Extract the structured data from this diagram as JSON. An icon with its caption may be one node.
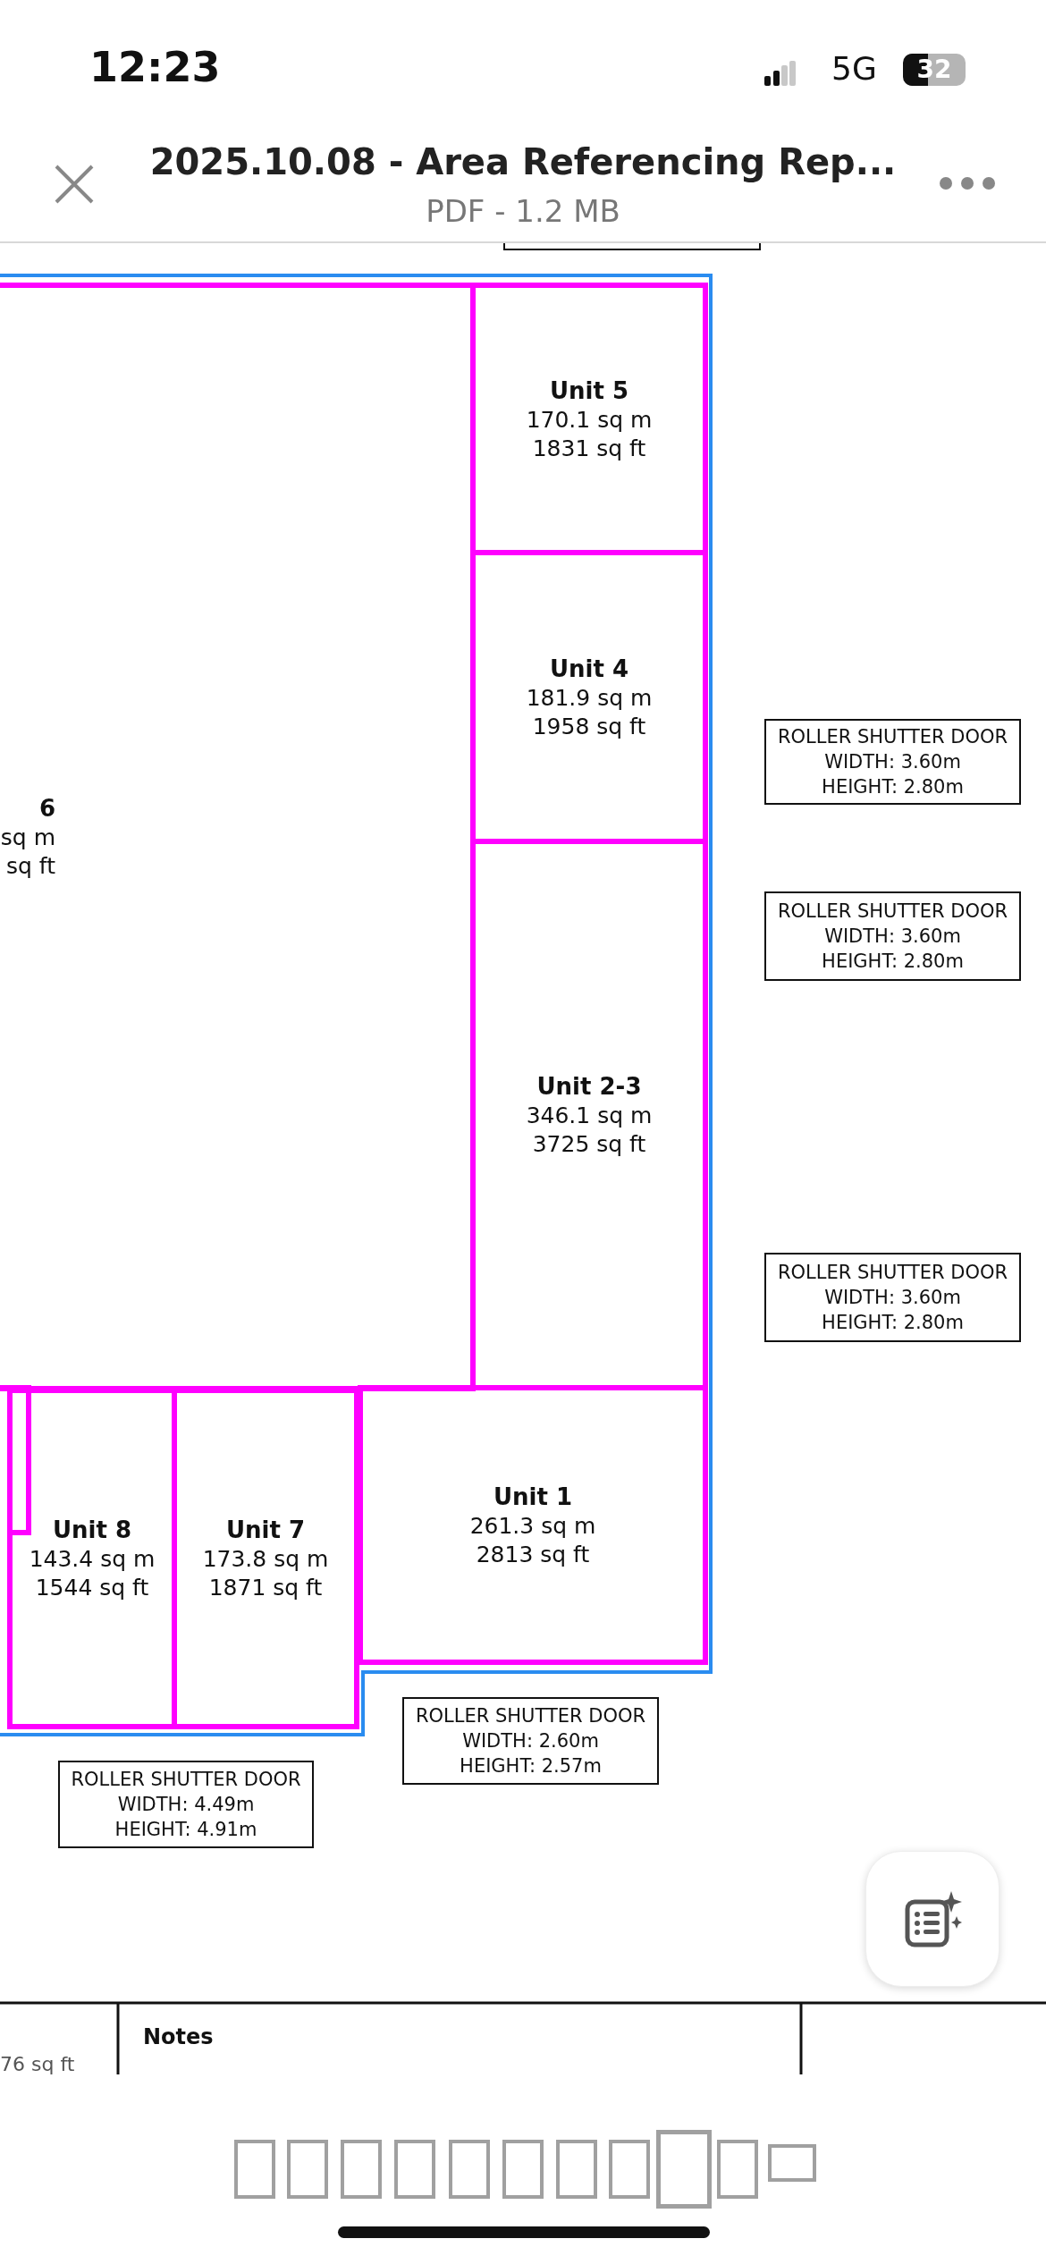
{
  "diagram": {
    "nodes": [
      {
        "text": [],
        "shape": "box"
      },
      {
        "text": [
          "6",
          "sq m sq ft"
        ]
      },
      {
        "text": [
          "Unit 5",
          "170.1 sq m 1831 sq ft"
        ]
      },
      {
        "text": [
          "Unit 4",
          "181.9 sq m 1958 sq ft"
        ]
      },
      {
        "text": [
          "Unit 2-3",
          "346.1 sq m 3725 sq ft"
        ]
      },
      {
        "text": [
          "Unit 1",
          "261.3 sq m 2813 sq ft"
        ]
      },
      {
        "text": [
          "Unit 8",
          "143.4 sq m 1544 sq ft"
        ]
      },
      {
        "text": [
          "Unit 7",
          "173.8 sq m 1871 sq ft"
        ]
      },
      {
        "text": [
          "ROLLER SHUTTER DOOR",
          "WIDTH: 3.60m",
          "HEIGHT: 2.80m"
        ]
      },
      {
        "text": [
          "ROLLER SHUTTER DOOR",
          "WIDTH: 3.60m",
          "HEIGHT: 2.80m"
        ]
      },
      {
        "text": [
          "ROLLER SHUTTER DOOR",
          "WIDTH: 3.60m",
          "HEIGHT: 2.80m"
        ]
      },
      {
        "text": [
          "ROLLER SHUTTER DOOR",
          "WIDTH: 2.60m",
          "HEIGHT: 2.57m"
        ]
      },
      {
        "text": [
          "ROLLER SHUTTER DOOR",
          "WIDTH: 4.49m",
          "HEIGHT: 4.91m"
        ]
      }
    ],
    "labels": [
      "12:23",
      "5G",
      "32",
      "2025.10.08 - Area Referencing Rep...",
      "PDF - 1.2 MB",
      "Notes",
      "76 sq ft"
    ]
  }
}
